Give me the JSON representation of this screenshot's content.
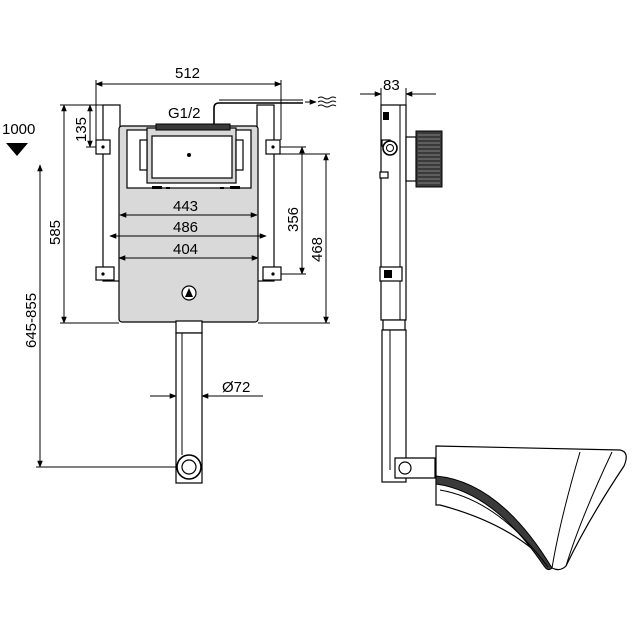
{
  "front_view": {
    "width_top": "512",
    "supply": "G1/2",
    "height_135": "135",
    "height_585": "585",
    "width_443": "443",
    "width_486": "486",
    "width_404": "404",
    "height_356": "356",
    "height_468": "468",
    "pipe_diameter": "Ø72",
    "floor_level": "1000",
    "range_height": "645-855"
  },
  "side_view": {
    "depth": "83"
  },
  "colors": {
    "line": "#000000",
    "fill_light": "#d9d9d9",
    "fill_dark": "#3a3a3a"
  }
}
